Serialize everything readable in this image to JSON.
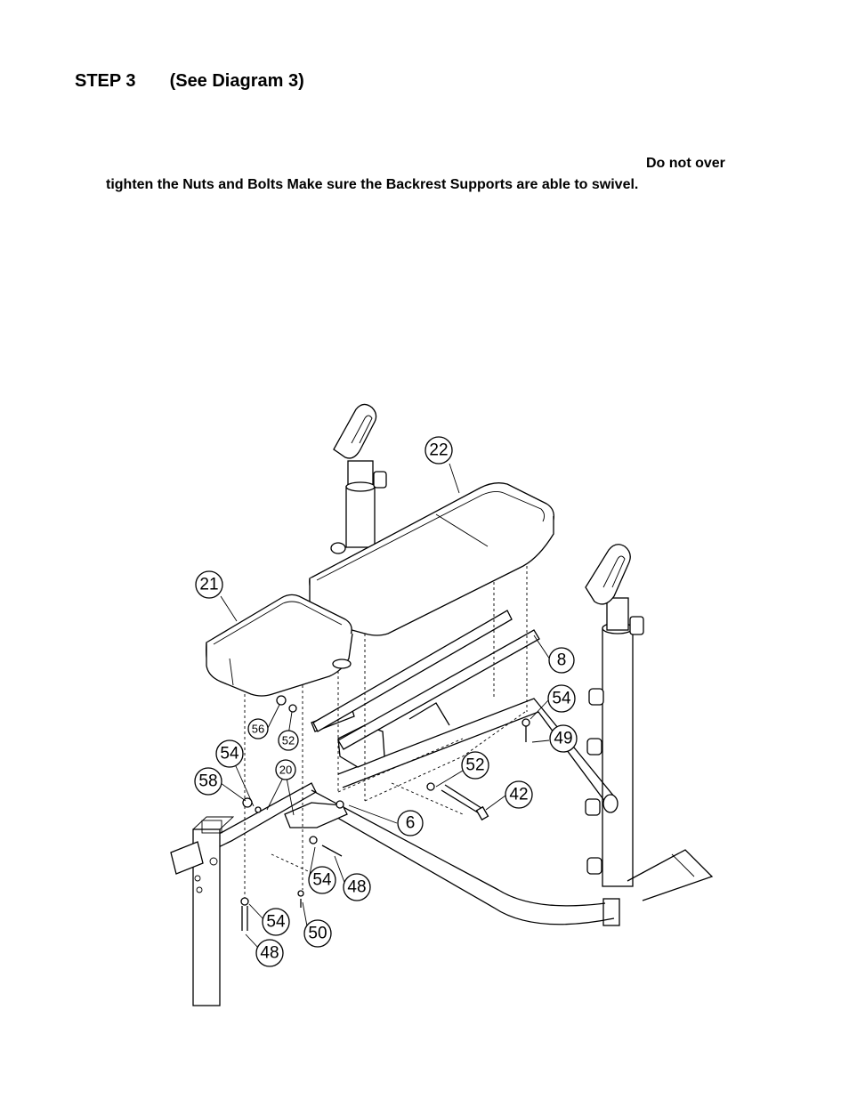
{
  "heading": {
    "step": "STEP 3",
    "diagram_ref": "(See Diagram 3)"
  },
  "note": {
    "line1": "Do not over",
    "line2": "tighten the Nuts and Bolts  Make sure the Backrest Supports are able to swivel."
  },
  "diagram": {
    "callouts": {
      "c22": "22",
      "c21": "21",
      "c8": "8",
      "c54a": "54",
      "c49": "49",
      "c56": "56",
      "c52a": "52",
      "c54b": "54",
      "c20": "20",
      "c58": "58",
      "c52b": "52",
      "c42": "42",
      "c6": "6",
      "c54c": "54",
      "c48a": "48",
      "c54d": "54",
      "c50": "50",
      "c48b": "48"
    }
  }
}
